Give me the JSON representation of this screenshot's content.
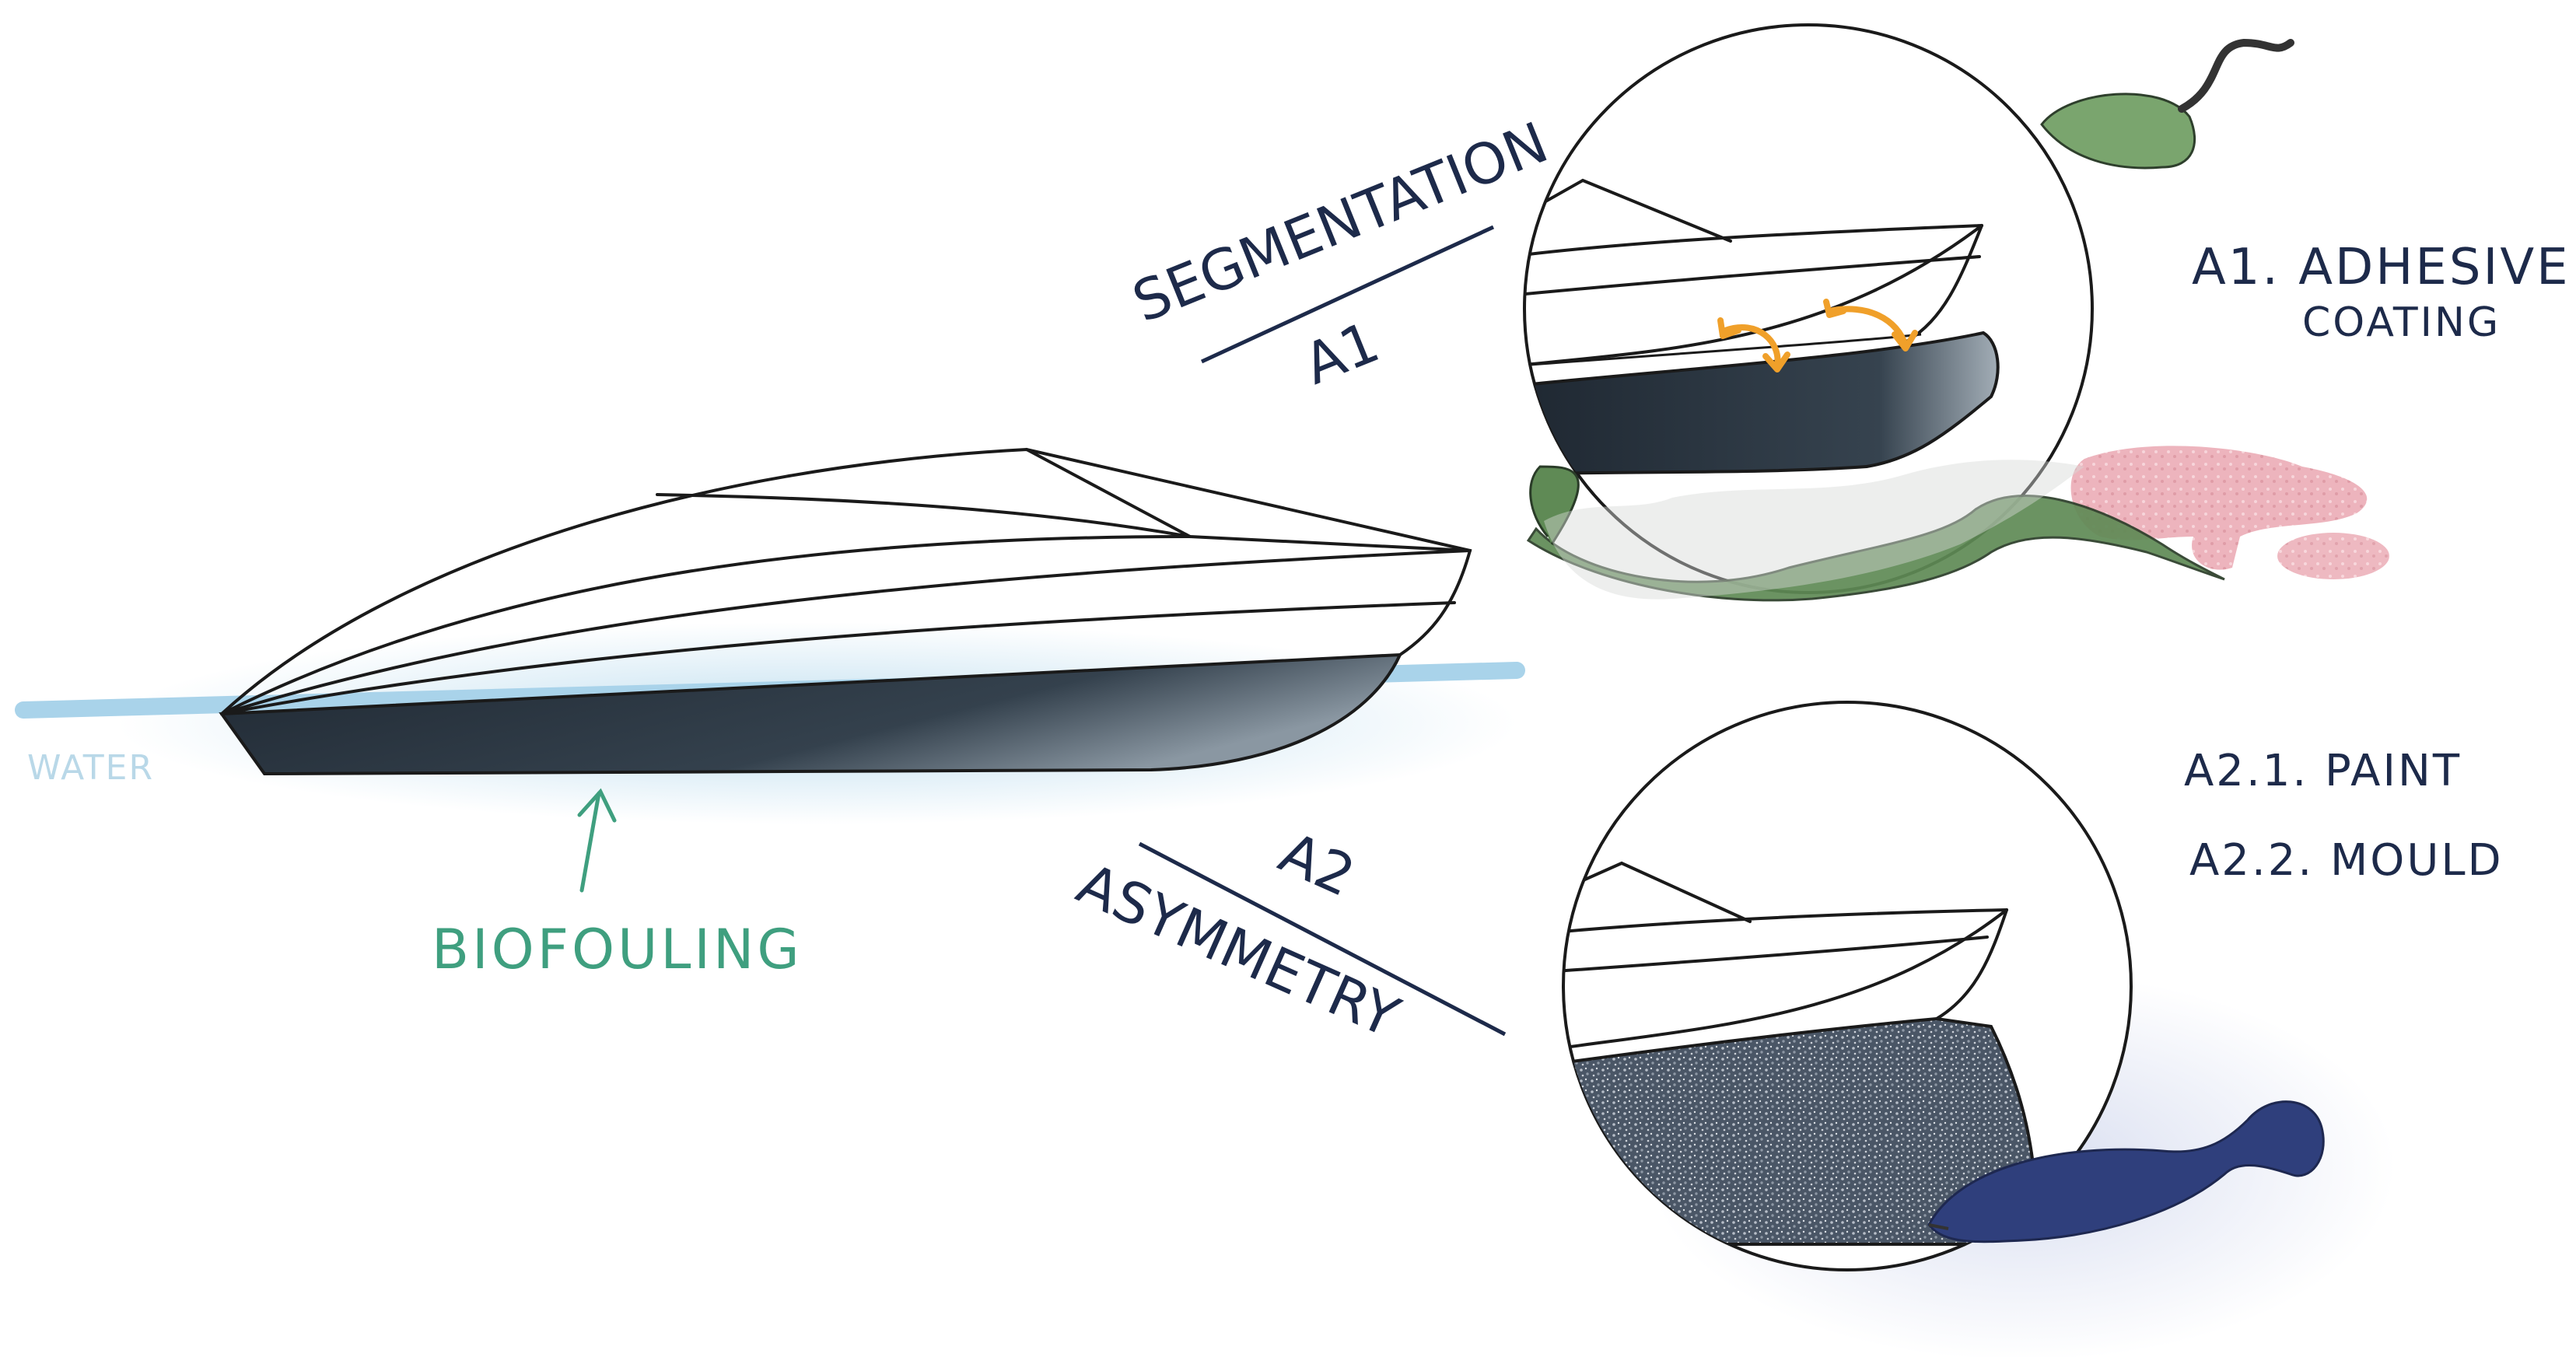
{
  "labels": {
    "water": "WATER",
    "biofouling": "BIOFOULING",
    "segmentation": "SEGMENTATION",
    "a1": "A1",
    "a2": "A2",
    "asymmetry": "ASYMMETRY",
    "a1_line1": "A1. ADHESIVE",
    "a1_line2": "COATING",
    "a2_1": "A2.1. PAINT",
    "a2_2": "A2.2. MOULD"
  },
  "colors": {
    "outline": "#1a1a1a",
    "hull_dark": "#2b3540",
    "hull_light": "#7d8b96",
    "water": "#a9d3ea",
    "water_text": "#b9d8e8",
    "biofouling_text": "#3f9f7f",
    "ink": "#1d2a4a",
    "accent_orange": "#f0a02a",
    "eel_green": "#5f8a55",
    "organism_green": "#7aa56e",
    "coral_pink": "#e8a0ab",
    "fish_blue": "#2f3f7c"
  },
  "icons": {
    "boat": "speedboat-icon",
    "water_organism": "swimming-organism-icon",
    "eel": "eel-icon",
    "coral": "coral-icon",
    "fish": "fish-icon",
    "arrows": "curved-arrow-icon"
  }
}
